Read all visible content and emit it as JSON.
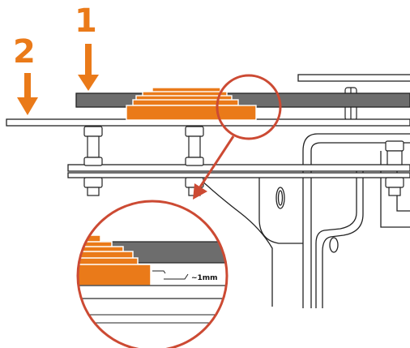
{
  "callouts": [
    {
      "id": "1",
      "text": "1"
    },
    {
      "id": "2",
      "text": "2"
    }
  ],
  "dimension": {
    "text": "~1mm"
  },
  "colors": {
    "accent_orange": "#ea7a19",
    "dark_plate": "#6d6d6d",
    "outline": "#222222",
    "lens_red": "#cc4a33",
    "background": "#ffffff"
  }
}
